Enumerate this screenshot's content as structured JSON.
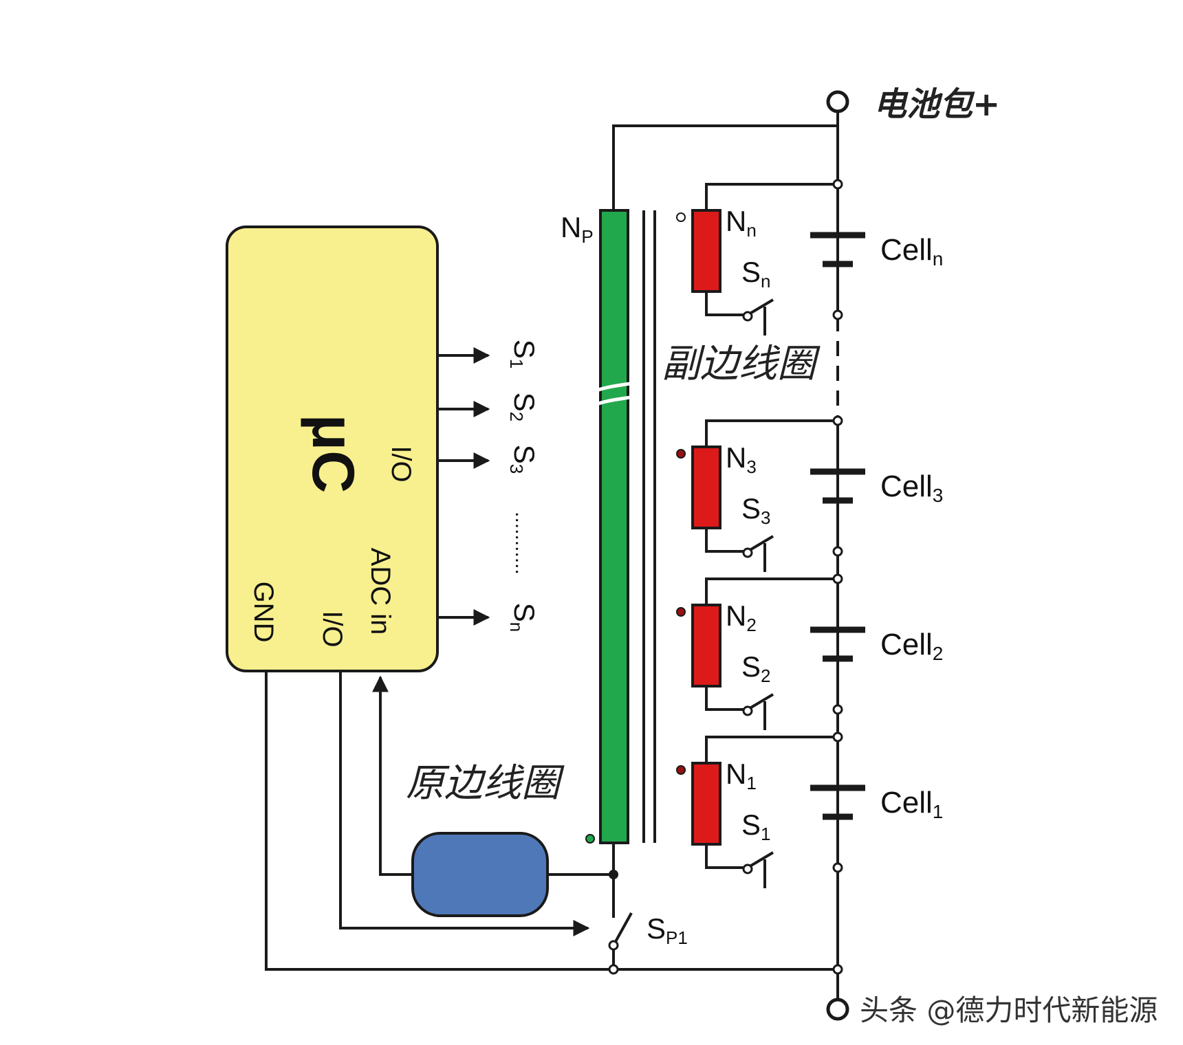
{
  "battery_pack_label": "电池包+",
  "secondary_coil_label": "副边线圈",
  "primary_coil_label": "原边线圈",
  "mcu": {
    "title": "μC",
    "io_label_top": "I/O",
    "adc_label": "ADC in",
    "io_label_bottom": "I/O",
    "gnd_label": "GND"
  },
  "switch_outputs": {
    "s1": {
      "base": "S",
      "sub": "1"
    },
    "s2": {
      "base": "S",
      "sub": "2"
    },
    "s3": {
      "base": "S",
      "sub": "3"
    },
    "sn": {
      "base": "S",
      "sub": "n"
    },
    "ellipsis": "..........."
  },
  "primary_winding": {
    "base": "N",
    "sub": "P"
  },
  "primary_switch": {
    "base": "S",
    "sub": "P1"
  },
  "cells": [
    {
      "cell": "Cell",
      "cell_sub": "n",
      "winding": "N",
      "winding_sub": "n",
      "switch": "S",
      "switch_sub": "n"
    },
    {
      "cell": "Cell",
      "cell_sub": "3",
      "winding": "N",
      "winding_sub": "3",
      "switch": "S",
      "switch_sub": "3"
    },
    {
      "cell": "Cell",
      "cell_sub": "2",
      "winding": "N",
      "winding_sub": "2",
      "switch": "S",
      "switch_sub": "2"
    },
    {
      "cell": "Cell",
      "cell_sub": "1",
      "winding": "N",
      "winding_sub": "1",
      "switch": "S",
      "switch_sub": "1"
    }
  ],
  "watermark": "头条 @德力时代新能源",
  "colors": {
    "mcu_fill": "#f8f08e",
    "primary_coil": "#22a84c",
    "secondary_coil": "#dd1a1a",
    "sense_block": "#4f78b8",
    "wire": "#1a1a1a"
  }
}
